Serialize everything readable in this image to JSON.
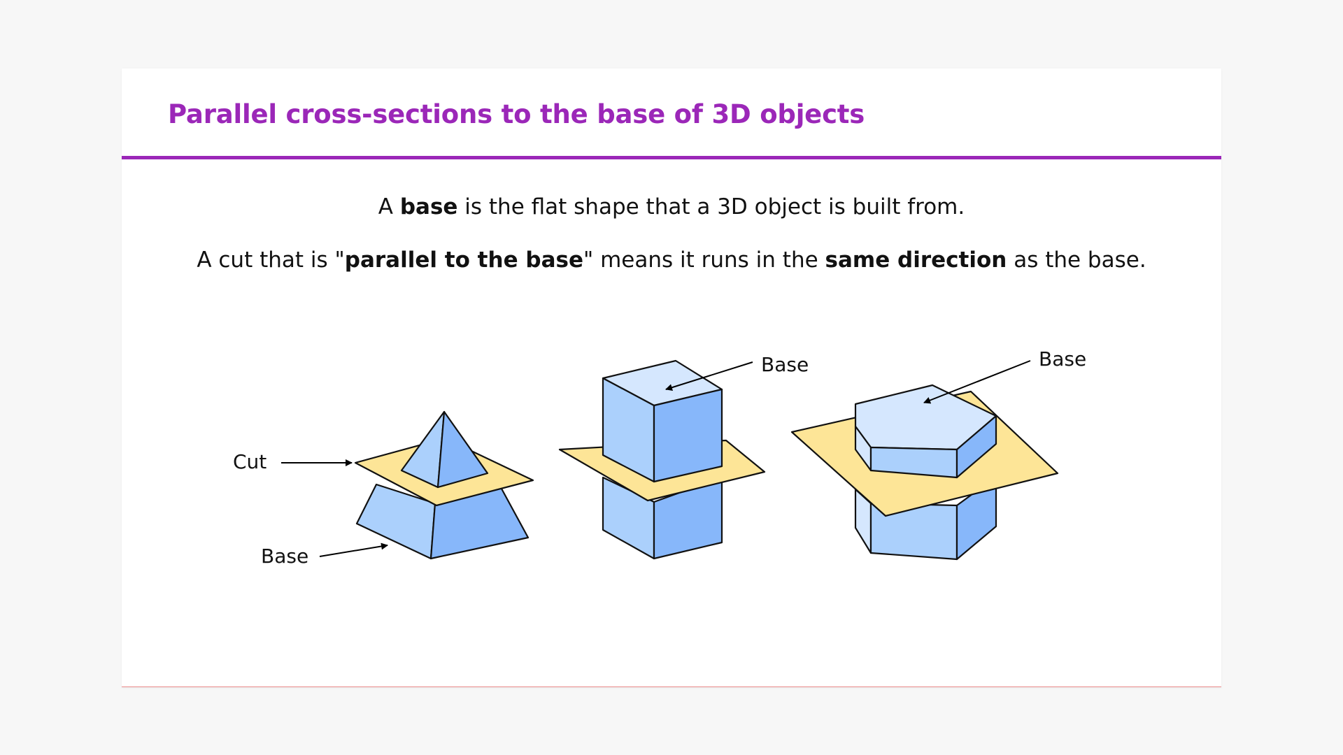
{
  "header": {
    "title": "Parallel cross-sections to the base of 3D objects"
  },
  "body": {
    "p1": {
      "a": "A ",
      "b1": "base",
      "c": " is the flat shape that a 3D object is built from."
    },
    "p2": {
      "a": "A cut that is \"",
      "b1": "parallel to the base",
      "c": "\" means it runs in the ",
      "b2": "same direction",
      "d": " as the base."
    }
  },
  "diagram": {
    "pyramid": {
      "cut_label": "Cut",
      "base_label": "Base"
    },
    "cube": {
      "base_label": "Base"
    },
    "hexagonal_prism": {
      "base_label": "Base"
    }
  },
  "colors": {
    "accent": "#9b27b8",
    "plane": "#fde597",
    "face_light": "#abd0fc",
    "face_mid": "#87b7fa",
    "face_top": "#d5e7fe"
  }
}
